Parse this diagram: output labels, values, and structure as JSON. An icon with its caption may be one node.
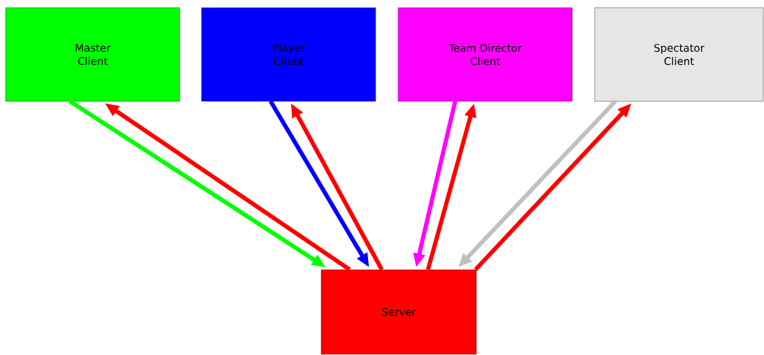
{
  "diagram": {
    "nodes": [
      {
        "text": [
          "Master Client"
        ]
      },
      {
        "text": [
          "Player Client"
        ]
      },
      {
        "text": [
          "Team Director Client"
        ]
      },
      {
        "text": [
          "Spectator Client"
        ]
      },
      {
        "text": [
          "Server"
        ]
      }
    ],
    "edges": [
      {
        "from": 0,
        "to": 4,
        "arrow": "to",
        "color": "#00ff00"
      },
      {
        "from": 4,
        "to": 0,
        "arrow": "to",
        "color": "#ff0000"
      },
      {
        "from": 1,
        "to": 4,
        "arrow": "to",
        "color": "#0000ff"
      },
      {
        "from": 4,
        "to": 1,
        "arrow": "to",
        "color": "#ff0000"
      },
      {
        "from": 2,
        "to": 4,
        "arrow": "to",
        "color": "#ff00ff"
      },
      {
        "from": 4,
        "to": 2,
        "arrow": "to",
        "color": "#ff0000"
      },
      {
        "from": 3,
        "to": 4,
        "arrow": "to",
        "color": "#c0c0c0"
      },
      {
        "from": 4,
        "to": 3,
        "arrow": "to",
        "color": "#ff0000"
      }
    ]
  }
}
